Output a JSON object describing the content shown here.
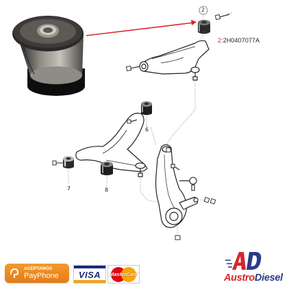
{
  "diagram": {
    "callouts": [
      "2",
      "6",
      "7",
      "8"
    ],
    "part_code": {
      "prefix": "2:",
      "code": "2H0407077A"
    }
  },
  "footer": {
    "payphone": {
      "top_text": "ACEPTAMOS",
      "main_text": "PayPhone"
    },
    "visa_text": "VISA",
    "mastercard_text": "MasterCard",
    "brand": {
      "logo_text": "AD",
      "name_part1": "Austro",
      "name_part2": "Diesel"
    }
  },
  "colors": {
    "accent_red": "#d7262b",
    "brand_blue": "#2b3a8c",
    "payphone_orange": "#ec8a22"
  }
}
